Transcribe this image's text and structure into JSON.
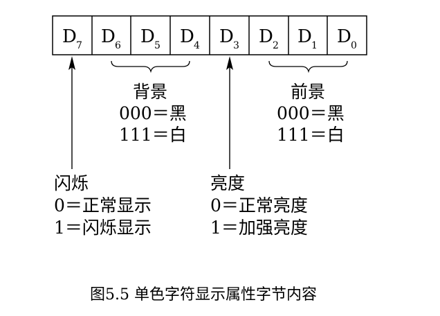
{
  "register": {
    "bits": [
      {
        "main": "D",
        "sub": "7"
      },
      {
        "main": "D",
        "sub": "6"
      },
      {
        "main": "D",
        "sub": "5"
      },
      {
        "main": "D",
        "sub": "4"
      },
      {
        "main": "D",
        "sub": "3"
      },
      {
        "main": "D",
        "sub": "2"
      },
      {
        "main": "D",
        "sub": "1"
      },
      {
        "main": "D",
        "sub": "0"
      }
    ]
  },
  "background": {
    "title": "背景",
    "line1": "000＝黑",
    "line2": "111＝白"
  },
  "foreground": {
    "title": "前景",
    "line1": "000＝黑",
    "line2": "111＝白"
  },
  "blink": {
    "title": "闪烁",
    "line1": "0＝正常显示",
    "line2": "1＝闪烁显示"
  },
  "brightness": {
    "title": "亮度",
    "line1": "0＝正常亮度",
    "line2": "1＝加强亮度"
  },
  "caption": "图5.5  单色字符显示属性字节内容"
}
